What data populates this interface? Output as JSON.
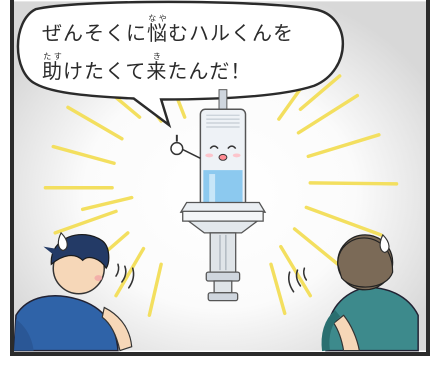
{
  "speech": {
    "line1": {
      "pre": "ぜんそくに",
      "kanji": "悩",
      "ruby": "なや",
      "post": "むハルくんを"
    },
    "line2": {
      "k1": "助",
      "r1": "たす",
      "mid": "けたくて",
      "k2": "来",
      "r2": "き",
      "post": "たんだ！"
    }
  },
  "colors": {
    "border": "#2b2b2b",
    "burst": "#f6e26a",
    "inhaler_liquid": "#8cc9ef",
    "boy_hair": "#233a66",
    "boy_shirt": "#2f63a8",
    "mom_hair": "#7b6a57",
    "mom_shirt": "#3d8a8c",
    "skin": "#f6d7b8"
  },
  "icons": [
    "speech-bubble-icon",
    "inhaler-character-icon",
    "boy-character-icon",
    "mother-character-icon",
    "sweat-drop-icon",
    "motion-lines-icon"
  ]
}
